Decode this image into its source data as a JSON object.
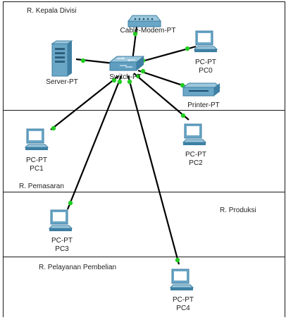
{
  "rooms": [
    {
      "name": "R. Kepala Divisi"
    },
    {
      "name": "R. Pemasaran"
    },
    {
      "name": "R. Produksi"
    },
    {
      "name": "R. Pelayanan Pembelian"
    }
  ],
  "devices": {
    "switch": {
      "label": "Switch-PT"
    },
    "cable_modem": {
      "label": "Cable-Modem-PT"
    },
    "server": {
      "label": "Server-PT"
    },
    "printer": {
      "label": "Printer-PT"
    },
    "pc0": {
      "type": "PC-PT",
      "name": "PC0"
    },
    "pc1": {
      "type": "PC-PT",
      "name": "PC1"
    },
    "pc2": {
      "type": "PC-PT",
      "name": "PC2"
    },
    "pc3": {
      "type": "PC-PT",
      "name": "PC3"
    },
    "pc4": {
      "type": "PC-PT",
      "name": "PC4"
    }
  },
  "colors": {
    "link": "#000000",
    "link_status": "#22cc22",
    "device_body": "#7fb8d4",
    "device_dark": "#3e7fa3"
  }
}
